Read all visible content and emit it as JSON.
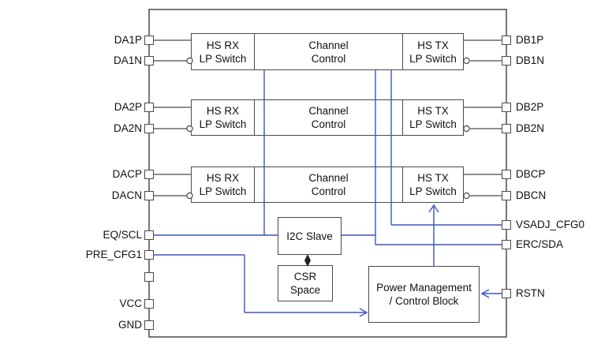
{
  "pins": {
    "left": [
      "DA1P",
      "DA1N",
      "DA2P",
      "DA2N",
      "DACP",
      "DACN",
      "EQ/SCL",
      "PRE_CFG1",
      "VCC",
      "GND"
    ],
    "right": [
      "DB1P",
      "DB1N",
      "DB2P",
      "DB2N",
      "DBCP",
      "DBCN",
      "VSADJ_CFG0",
      "ERC/SDA",
      "RSTN"
    ]
  },
  "blocks": {
    "hs_rx": {
      "line1": "HS RX",
      "line2": "LP Switch"
    },
    "channel_control": {
      "line1": "Channel",
      "line2": "Control"
    },
    "hs_tx": {
      "line1": "HS TX",
      "line2": "LP Switch"
    },
    "i2c_slave": {
      "line1": "I2C Slave"
    },
    "csr_space": {
      "line1": "CSR",
      "line2": "Space"
    },
    "power_mgmt": {
      "line1": "Power Management",
      "line2": "/ Control Block"
    }
  },
  "colors": {
    "signal_line_blue": "#3c55c2",
    "outline_gray": "#4a4a4a",
    "text": "#111111",
    "background": "#ffffff"
  }
}
